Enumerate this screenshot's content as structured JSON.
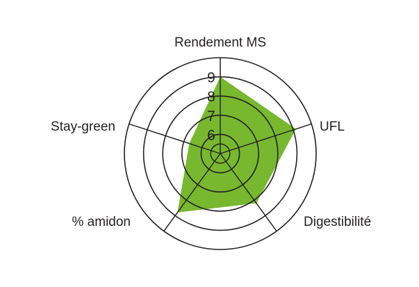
{
  "chart_data": {
    "type": "radar",
    "axes": [
      "Rendement MS",
      "UFL",
      "Digestibilité",
      "% amidon",
      "Stay-green"
    ],
    "series": [
      {
        "values": [
          9.0,
          9.15,
          8.2,
          8.8,
          6.7
        ]
      }
    ],
    "radial_ticks": [
      6,
      7,
      8,
      9
    ],
    "rlim": [
      5,
      10
    ],
    "grid": true,
    "colors": {
      "fill": "#77b82f",
      "grid": "#231f20",
      "background": "#ffffff"
    }
  }
}
